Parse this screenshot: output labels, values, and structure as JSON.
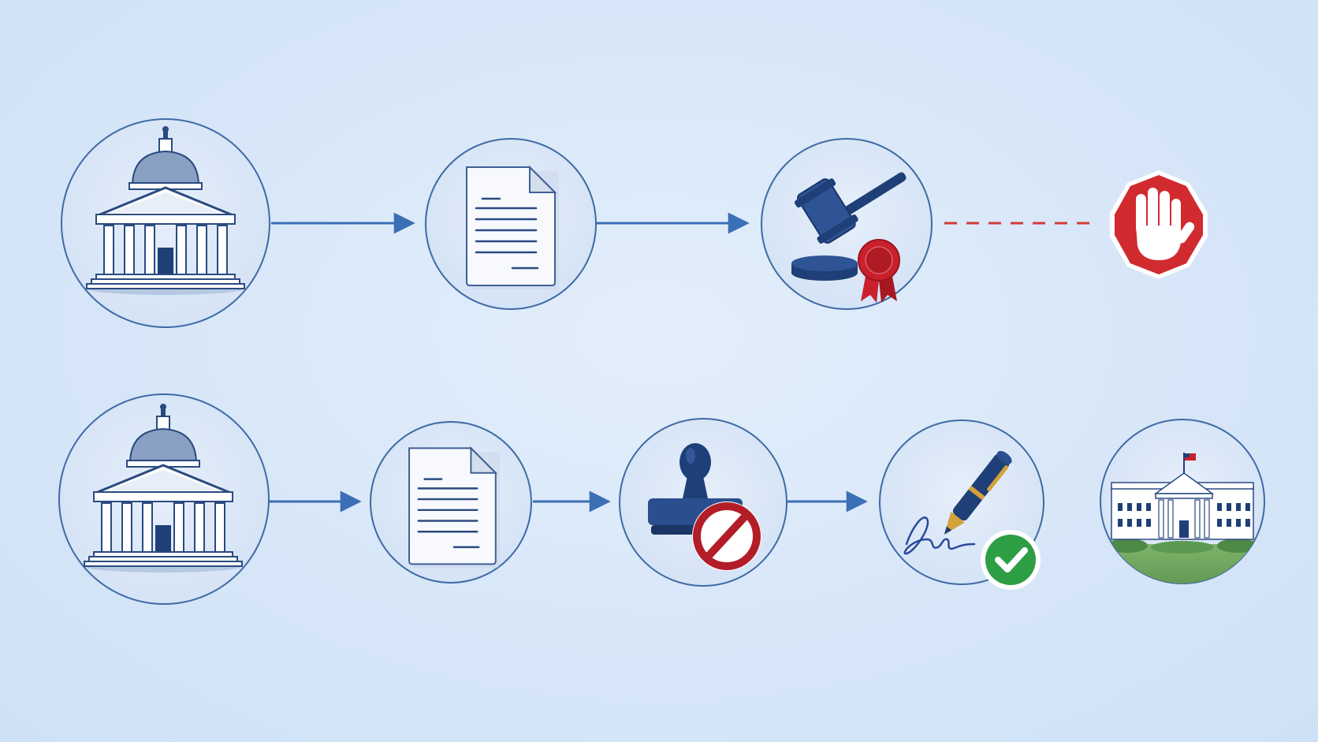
{
  "diagram": {
    "rows": [
      {
        "name": "first-path",
        "nodes": [
          {
            "name": "capitol-building-icon",
            "icon": "capitol-building"
          },
          {
            "name": "bill-document-icon",
            "icon": "document"
          },
          {
            "name": "gavel-seal-icon",
            "icon": "gavel-with-seal"
          },
          {
            "name": "stop-hand-icon",
            "icon": "stop-sign-hand"
          }
        ],
        "connectors": [
          "arrow",
          "arrow",
          "dashed-stop"
        ]
      },
      {
        "name": "second-path",
        "nodes": [
          {
            "name": "capitol-building-icon",
            "icon": "capitol-building"
          },
          {
            "name": "bill-document-icon",
            "icon": "document"
          },
          {
            "name": "rubber-stamp-rejected-icon",
            "icon": "stamp-with-prohibition"
          },
          {
            "name": "pen-signature-approved-icon",
            "icon": "pen-signature-check"
          },
          {
            "name": "white-house-icon",
            "icon": "white-house"
          }
        ],
        "connectors": [
          "arrow",
          "arrow",
          "arrow",
          "line"
        ]
      }
    ],
    "colors": {
      "background": "#d6e6f8",
      "circle_fill": "#dde9f8",
      "circle_stroke": "#3f6aa6",
      "arrow": "#3b6fb6",
      "navy": "#1f3f78",
      "red": "#c8202c",
      "green": "#2e9e45"
    }
  }
}
